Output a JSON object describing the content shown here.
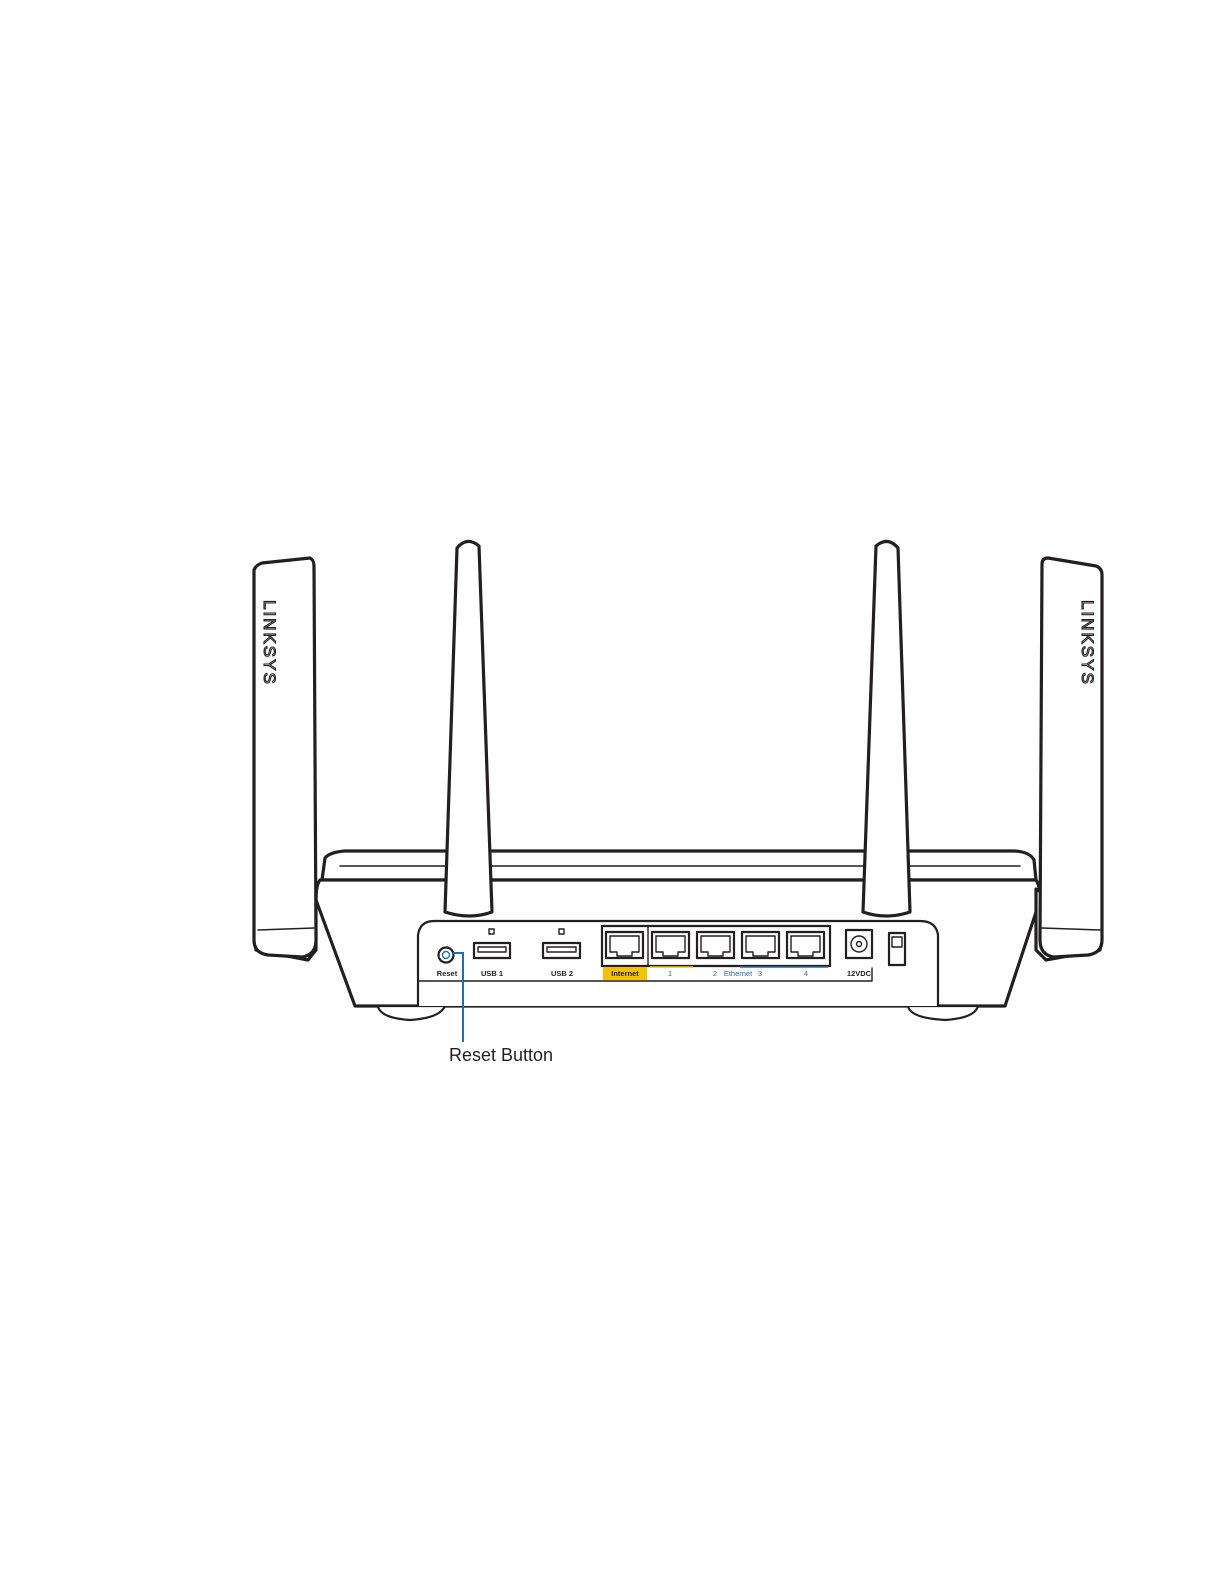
{
  "brand": {
    "left_antenna_logo": "LINKSYS",
    "right_antenna_logo": "LINKSYS"
  },
  "ports": {
    "reset": "Reset",
    "usb1": "USB 1",
    "usb2": "USB 2",
    "internet": "Internet",
    "eth1": "1",
    "eth2": "2",
    "ethernet": "Ethernet",
    "eth3": "3",
    "eth4": "4",
    "power": "12VDC"
  },
  "callout": {
    "label": "Reset Button"
  },
  "colors": {
    "outline": "#231f20",
    "internet_highlight": "#f5c200",
    "ethernet_accent": "#1f6fb5",
    "callout_line": "#1f6fb5"
  }
}
